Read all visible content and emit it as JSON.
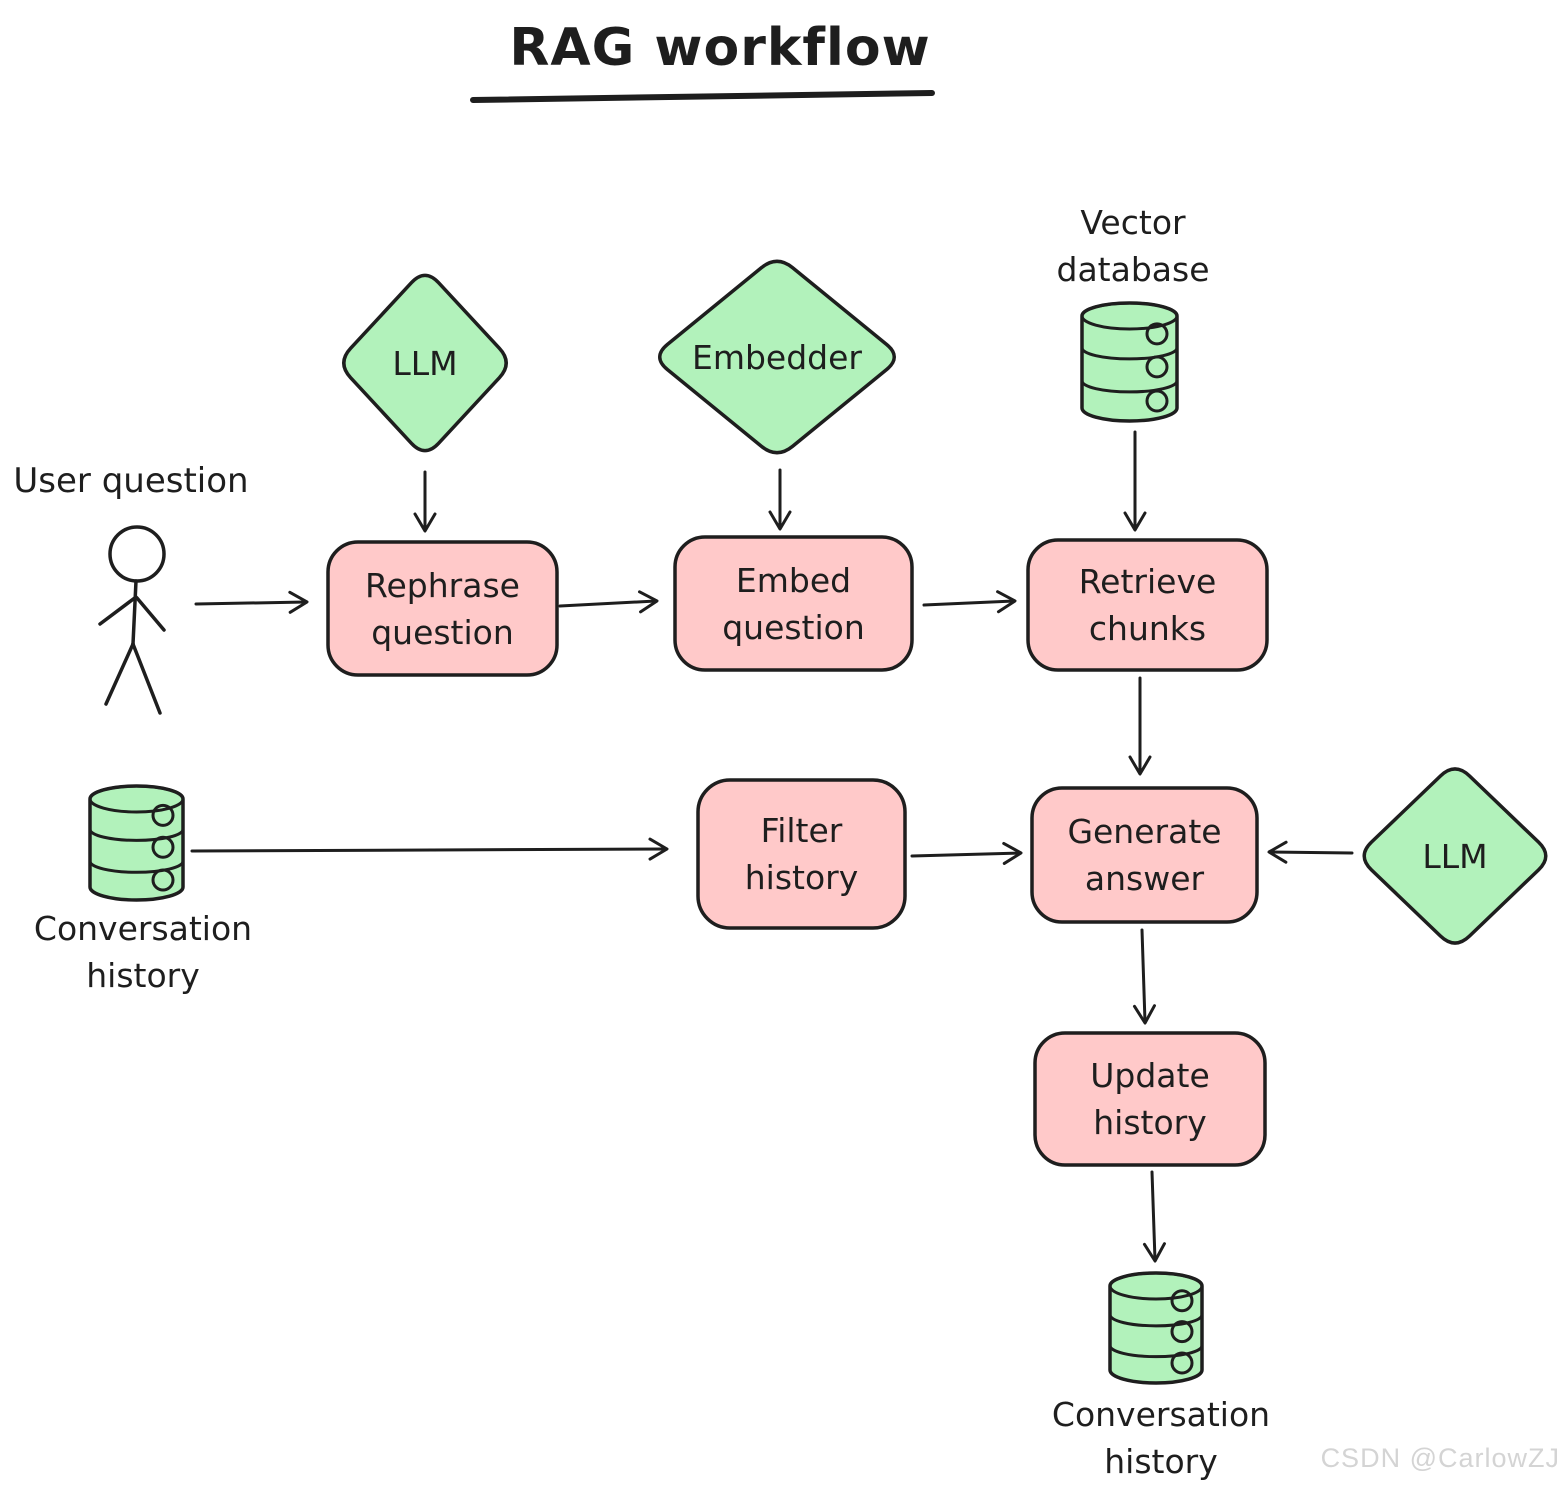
{
  "title": "RAG workflow",
  "watermark": "CSDN @CarlowZJ",
  "colors": {
    "green_fill": "#b2f2bb",
    "pink_fill": "#ffc9c9",
    "ink": "#1e1e1e",
    "watermark": "#d4d4d4",
    "background": "#ffffff"
  },
  "nodes": {
    "user": {
      "type": "actor",
      "label": "User question"
    },
    "llm_top": {
      "type": "model-diamond",
      "label": "LLM"
    },
    "embedder": {
      "type": "model-diamond",
      "label": "Embedder"
    },
    "llm_right": {
      "type": "model-diamond",
      "label": "LLM"
    },
    "vector_database": {
      "type": "database",
      "line1": "Vector",
      "line2": "database"
    },
    "conversation_history_left": {
      "type": "database",
      "line1": "Conversation",
      "line2": "history"
    },
    "conversation_history_bottom": {
      "type": "database",
      "line1": "Conversation",
      "line2": "history"
    },
    "rephrase_question": {
      "type": "process",
      "line1": "Rephrase",
      "line2": "question"
    },
    "embed_question": {
      "type": "process",
      "line1": "Embed",
      "line2": "question"
    },
    "retrieve_chunks": {
      "type": "process",
      "line1": "Retrieve",
      "line2": "chunks"
    },
    "filter_history": {
      "type": "process",
      "line1": "Filter",
      "line2": "history"
    },
    "generate_answer": {
      "type": "process",
      "line1": "Generate",
      "line2": "answer"
    },
    "update_history": {
      "type": "process",
      "line1": "Update",
      "line2": "history"
    }
  },
  "edges": [
    {
      "from": "user",
      "to": "rephrase_question"
    },
    {
      "from": "llm_top",
      "to": "rephrase_question"
    },
    {
      "from": "rephrase_question",
      "to": "embed_question"
    },
    {
      "from": "embedder",
      "to": "embed_question"
    },
    {
      "from": "embed_question",
      "to": "retrieve_chunks"
    },
    {
      "from": "vector_database",
      "to": "retrieve_chunks"
    },
    {
      "from": "retrieve_chunks",
      "to": "generate_answer"
    },
    {
      "from": "conversation_history_left",
      "to": "filter_history"
    },
    {
      "from": "filter_history",
      "to": "generate_answer"
    },
    {
      "from": "llm_right",
      "to": "generate_answer"
    },
    {
      "from": "generate_answer",
      "to": "update_history"
    },
    {
      "from": "update_history",
      "to": "conversation_history_bottom"
    }
  ]
}
